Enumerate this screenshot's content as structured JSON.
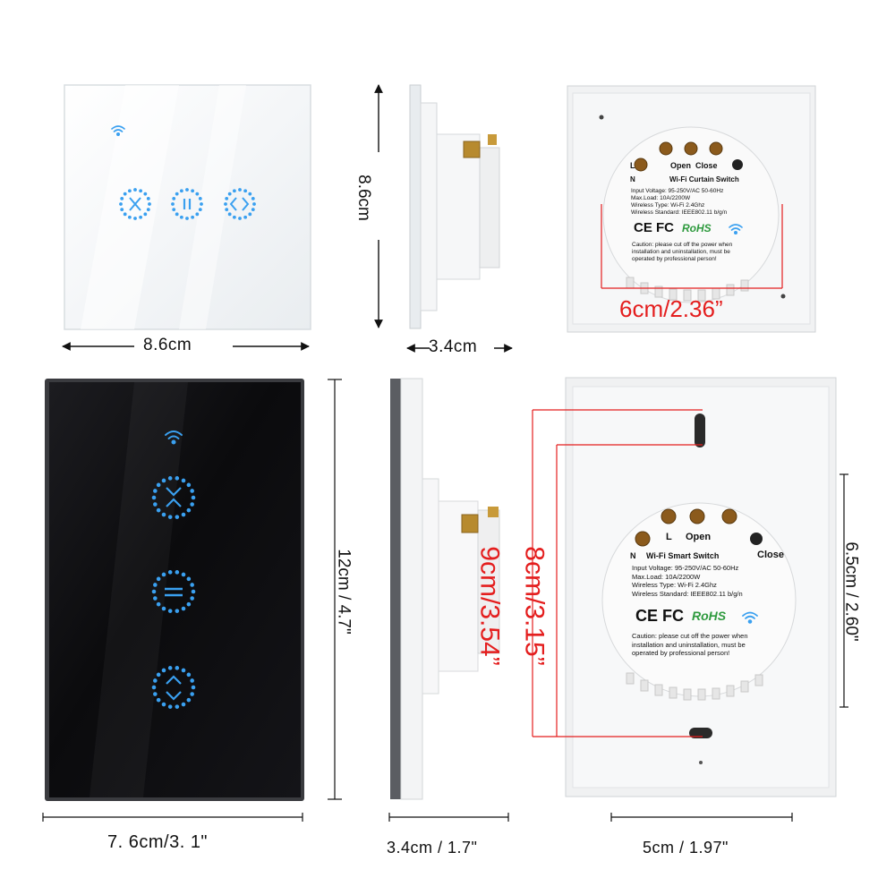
{
  "colors": {
    "accent_blue": "#3aa0f0",
    "dimension_red": "#e41e1e",
    "black_panel": "#0c0c0e"
  },
  "top_row": {
    "front_width": "8.6cm",
    "side_height": "8.6cm",
    "side_depth": "3.4cm",
    "back_measure": "6cm/2.36”",
    "back_module": {
      "terminal_labels": [
        "L",
        "Open",
        "Close"
      ],
      "n_label": "N",
      "title": "Wi-Fi Curtain Switch",
      "specs": [
        "Input Voltage: 95-250V/AC 50-60Hz",
        "Max.Load: 10A/2200W",
        "Wireless Type: Wi-Fi 2.4Ghz",
        "Wireless Standard: IEEE802.11 b/g/n"
      ],
      "cert": "CE FC",
      "rohs": "RoHS",
      "caution": [
        "Caution: please cut off the power when",
        "installation and uninstallation, must be",
        "operated by professional person!"
      ]
    }
  },
  "bottom_row": {
    "front_width": "7. 6cm/3. 1\"",
    "front_height": "12cm / 4.7\"",
    "side_depth": "3.4cm / 1.7\"",
    "measure_9": "9cm/3.54”",
    "measure_8": "8cm/3.15”",
    "back_height": "6.5cm / 2.60\"",
    "back_width": "5cm / 1.97\"",
    "back_module": {
      "terminal_labels": [
        "L",
        "Open"
      ],
      "n_label": "N",
      "close_label": "Close",
      "title": "Wi-Fi Smart Switch",
      "specs": [
        "Input Voltage: 95-250V/AC 50-60Hz",
        "Max.Load: 10A/2200W",
        "Wireless Type: Wi-Fi 2.4Ghz",
        "Wireless Standard: IEEE802.11 b/g/n"
      ],
      "cert": "CE FC",
      "rohs": "RoHS",
      "caution": [
        "Caution: please cut off the power when",
        "installation and uninstallation, must be",
        "operated by professional person!"
      ]
    }
  },
  "icons": [
    "wifi-icon",
    "curtain-close-icon",
    "pause-icon",
    "curtain-open-icon",
    "arrow-up-down-icon"
  ]
}
